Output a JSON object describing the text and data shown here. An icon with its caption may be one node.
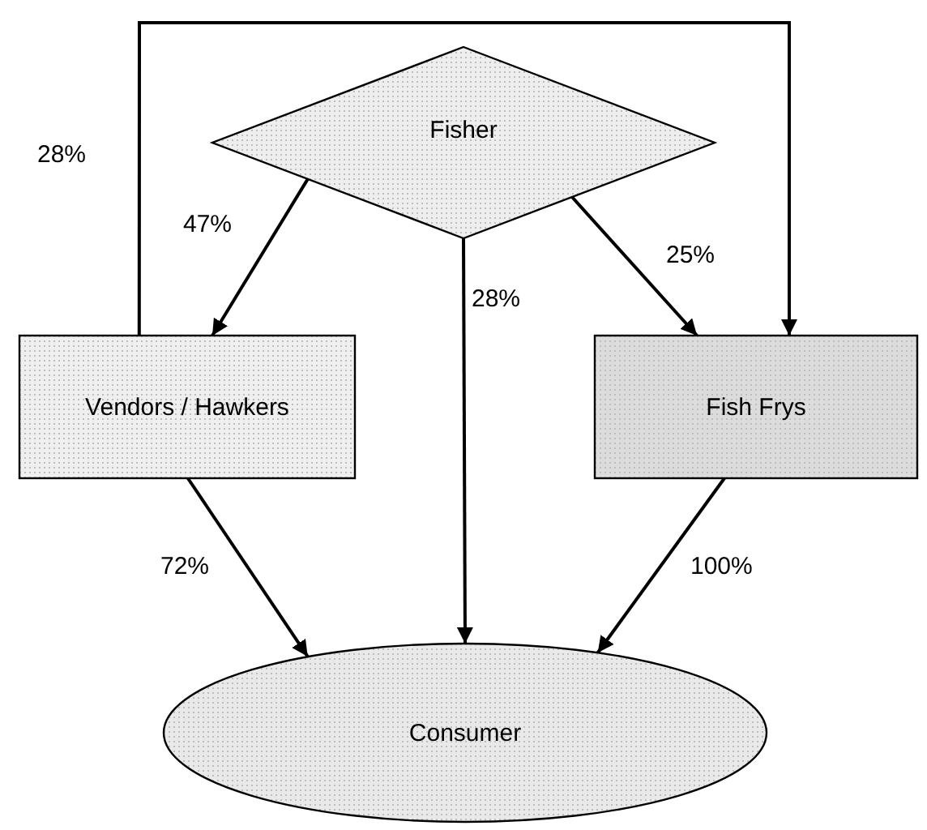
{
  "diagram": {
    "nodes": [
      {
        "text": [
          "Fisher"
        ]
      },
      {
        "text": [
          "Vendors / Hawkers"
        ]
      },
      {
        "text": [
          "Fish Frys"
        ]
      },
      {
        "text": [
          "Consumer"
        ]
      }
    ],
    "edges": [
      {
        "from": 0,
        "to": 1,
        "arrow": "to",
        "label": "47%"
      },
      {
        "from": 0,
        "to": 3,
        "arrow": "to",
        "label": "28%"
      },
      {
        "from": 0,
        "to": 2,
        "arrow": "to",
        "label": "25%"
      },
      {
        "from": 1,
        "to": 2,
        "arrow": "to",
        "label": "28%"
      },
      {
        "from": 1,
        "to": 3,
        "arrow": "to",
        "label": "72%"
      },
      {
        "from": 2,
        "to": 3,
        "arrow": "to",
        "label": "100%"
      }
    ]
  }
}
